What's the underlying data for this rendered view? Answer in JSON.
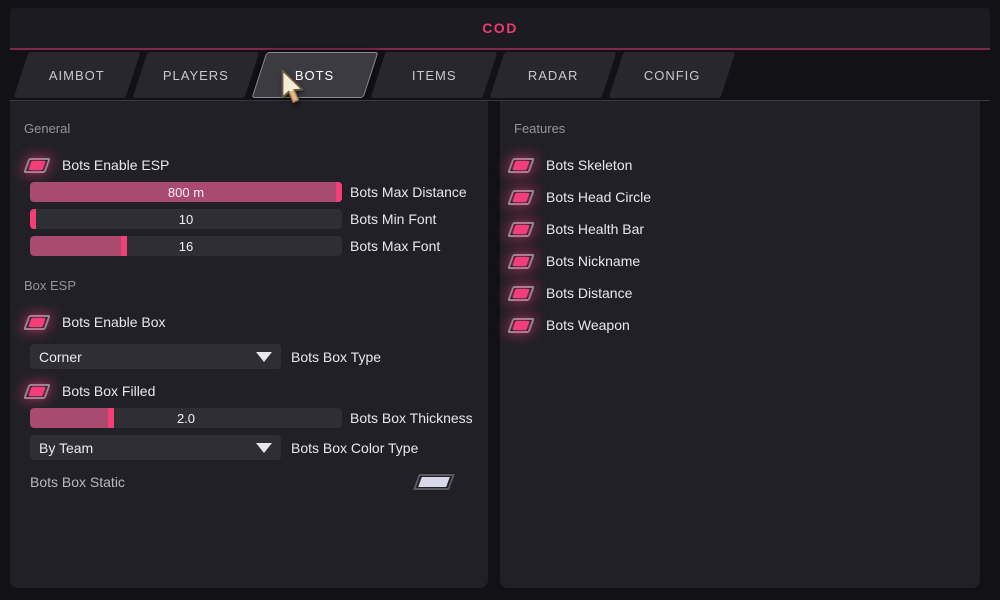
{
  "titlebar": {
    "title": "COD"
  },
  "tabs": [
    {
      "label": "AIMBOT",
      "active": false
    },
    {
      "label": "PLAYERS",
      "active": false
    },
    {
      "label": "BOTS",
      "active": true
    },
    {
      "label": "ITEMS",
      "active": false
    },
    {
      "label": "RADAR",
      "active": false
    },
    {
      "label": "CONFIG",
      "active": false
    }
  ],
  "general": {
    "title": "General",
    "enable_esp": {
      "label": "Bots Enable ESP",
      "checked": true
    },
    "max_distance": {
      "value": "800 m",
      "label": "Bots Max Distance",
      "fill_pct": 100
    },
    "min_font": {
      "value": "10",
      "label": "Bots Min Font",
      "fill_pct": 0
    },
    "max_font": {
      "value": "16",
      "label": "Bots Max Font",
      "fill_pct": 31
    }
  },
  "box_esp": {
    "title": "Box ESP",
    "enable_box": {
      "label": "Bots Enable Box",
      "checked": true
    },
    "box_type": {
      "value": "Corner",
      "label": "Bots Box Type"
    },
    "box_filled": {
      "label": "Bots Box Filled",
      "checked": true
    },
    "thickness": {
      "value": "2.0",
      "label": "Bots Box Thickness",
      "fill_pct": 27
    },
    "color_type": {
      "value": "By Team",
      "label": "Bots Box Color Type"
    },
    "box_static": {
      "label": "Bots Box Static",
      "swatch_color": "#d9d8ea"
    }
  },
  "features": {
    "title": "Features",
    "items": [
      {
        "label": "Bots Skeleton",
        "checked": true
      },
      {
        "label": "Bots Head Circle",
        "checked": true
      },
      {
        "label": "Bots Health Bar",
        "checked": true
      },
      {
        "label": "Bots Nickname",
        "checked": true
      },
      {
        "label": "Bots Distance",
        "checked": true
      },
      {
        "label": "Bots Weapon",
        "checked": true
      }
    ]
  },
  "colors": {
    "accent": "#f33e78",
    "accent_muted": "#a94a6f",
    "title_pink": "#ee3b6e",
    "panel": "#212026",
    "track": "#2f2e34"
  }
}
